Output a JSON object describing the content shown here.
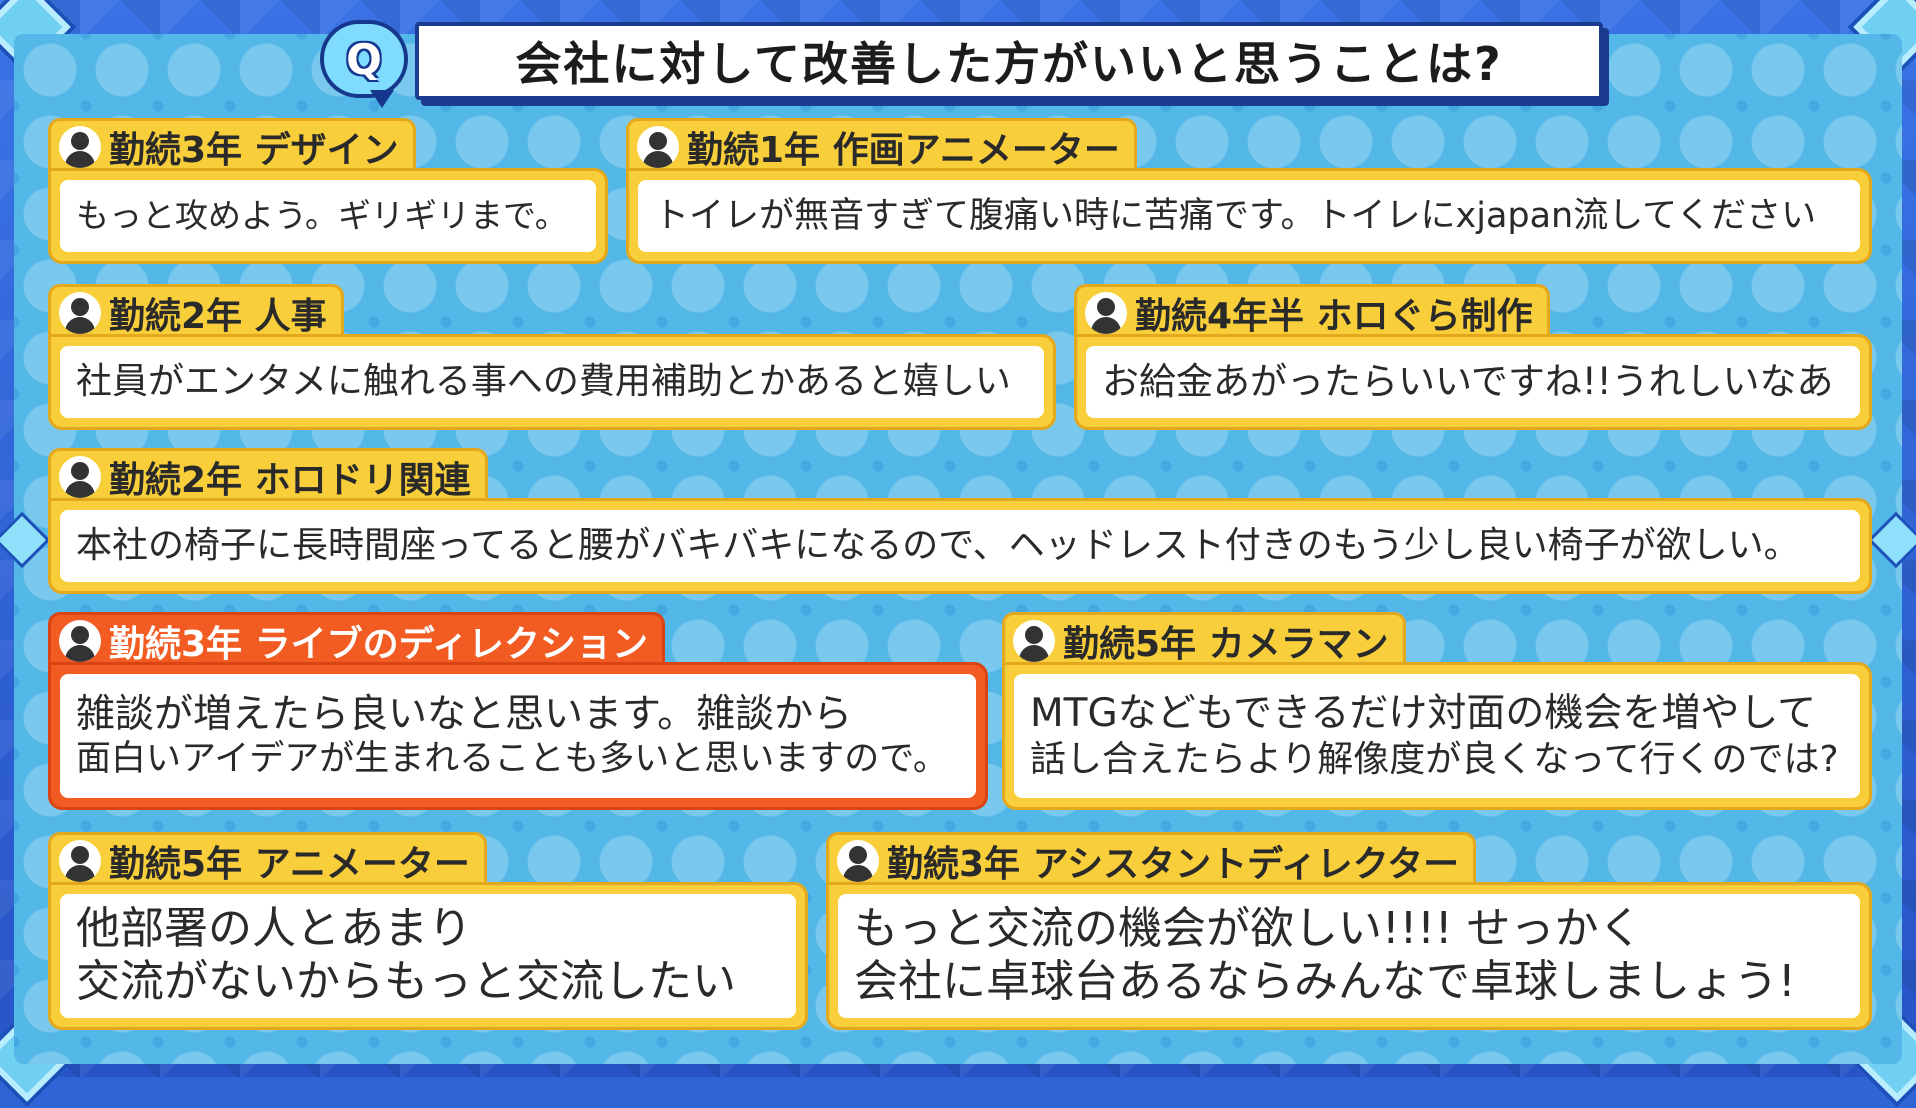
{
  "title": {
    "badge": "Q",
    "text": "会社に対して改善した方がいいと思うことは?"
  },
  "cards": [
    {
      "header": "勤続3年 デザイン",
      "lines": [
        "もっと攻めよう。ギリギリまで。"
      ]
    },
    {
      "header": "勤続1年 作画アニメーター",
      "lines": [
        "トイレが無音すぎて腹痛い時に苦痛です。トイレにxjapan流してください"
      ]
    },
    {
      "header": "勤続2年 人事",
      "lines": [
        "社員がエンタメに触れる事への費用補助とかあると嬉しい"
      ]
    },
    {
      "header": "勤続4年半 ホロぐら制作",
      "lines": [
        "お給金あがったらいいですね!!うれしいなあ"
      ]
    },
    {
      "header": "勤続2年 ホロドリ関連",
      "lines": [
        "本社の椅子に長時間座ってると腰がバキバキになるので、ヘッドレスト付きのもう少し良い椅子が欲しい。"
      ]
    },
    {
      "header": "勤続3年 ライブのディレクション",
      "lines": [
        "雑談が増えたら良いなと思います。雑談から",
        "面白いアイデアが生まれることも多いと思いますので。"
      ]
    },
    {
      "header": "勤続5年 カメラマン",
      "lines": [
        "MTGなどもできるだけ対面の機会を増やして",
        "話し合えたらより解像度が良くなって行くのでは?"
      ]
    },
    {
      "header": "勤続5年 アニメーター",
      "lines": [
        "他部署の人とあまり",
        "交流がないからもっと交流したい"
      ]
    },
    {
      "header": "勤続3年 アシスタントディレクター",
      "lines": [
        "もっと交流の機会が欲しい!!!! せっかく",
        "会社に卓球台あるならみんなで卓球しましょう!"
      ]
    }
  ],
  "colors": {
    "card": "#f8cf3a",
    "card_highlight": "#f25c22",
    "board": "#53b8e8",
    "frame": "#2f64d6"
  }
}
